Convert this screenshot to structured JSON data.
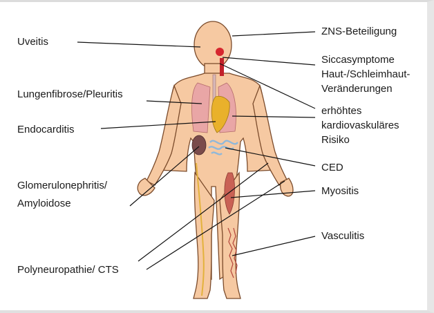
{
  "labels": {
    "uveitis": "Uveitis",
    "zns": "ZNS-Beteiligung",
    "sicca_1": "Siccasymptome",
    "sicca_2": "Haut-/Schleimhaut-",
    "sicca_3": "Veränderungen",
    "lung": "Lungenfibrose/Pleuritis",
    "endo": "Endocarditis",
    "risk_1": "erhöhtes",
    "risk_2": "kardiovaskuläres",
    "risk_3": "Risiko",
    "glom_1": "Glomerulonephritis/",
    "glom_2": "Amyloidose",
    "ced": "CED",
    "myo": "Myositis",
    "vasc": "Vasculitis",
    "poly": "Polyneuropathie/ CTS"
  },
  "colors": {
    "skin": "#f6c9a2",
    "skin_outline": "#7a4a2a",
    "lung": "#e9a6a6",
    "heart": "#e9b12b",
    "kidney": "#7a4b4b",
    "intestine": "#8fb8da",
    "muscle": "#c96155",
    "nerve": "#e3b23c",
    "line": "#111111"
  }
}
